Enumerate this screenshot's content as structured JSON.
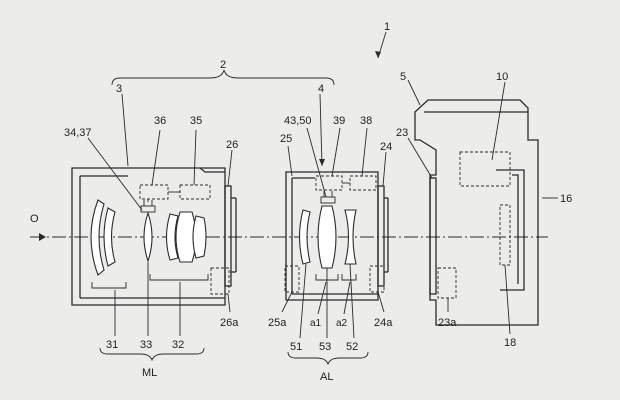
{
  "figure": {
    "labels": {
      "ref_1": "1",
      "ref_2": "2",
      "ref_3": "3",
      "ref_4": "4",
      "ref_5": "5",
      "ref_10": "10",
      "ref_16": "16",
      "ref_18": "18",
      "ref_23": "23",
      "ref_23a": "23a",
      "ref_24": "24",
      "ref_24a": "24a",
      "ref_25": "25",
      "ref_25a": "25a",
      "ref_26": "26",
      "ref_26a": "26a",
      "ref_31": "31",
      "ref_32": "32",
      "ref_33": "33",
      "ref_3437": "34,37",
      "ref_35": "35",
      "ref_36": "36",
      "ref_38": "38",
      "ref_39": "39",
      "ref_4350": "43,50",
      "ref_51": "51",
      "ref_52": "52",
      "ref_53": "53",
      "ref_a1": "a1",
      "ref_a2": "a2",
      "ref_O": "O",
      "group_ML": "ML",
      "group_AL": "AL"
    }
  }
}
